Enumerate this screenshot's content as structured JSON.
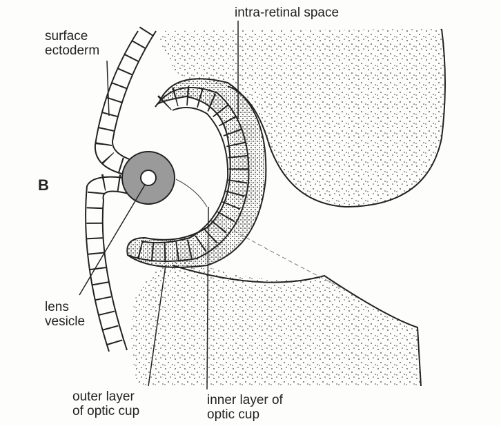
{
  "figure": {
    "panel_letter": "B",
    "labels": {
      "surface_ectoderm": [
        "surface",
        "ectoderm"
      ],
      "intra_retinal_space": "intra-retinal space",
      "lens_vesicle": [
        "lens",
        "vesicle"
      ],
      "outer_layer": [
        "outer layer",
        "of optic cup"
      ],
      "inner_layer": [
        "inner layer of",
        "optic cup"
      ]
    }
  },
  "colors": {
    "ink": "#222222",
    "lens_fill": "#9a9a9a",
    "paper": "#fdfdfb"
  }
}
